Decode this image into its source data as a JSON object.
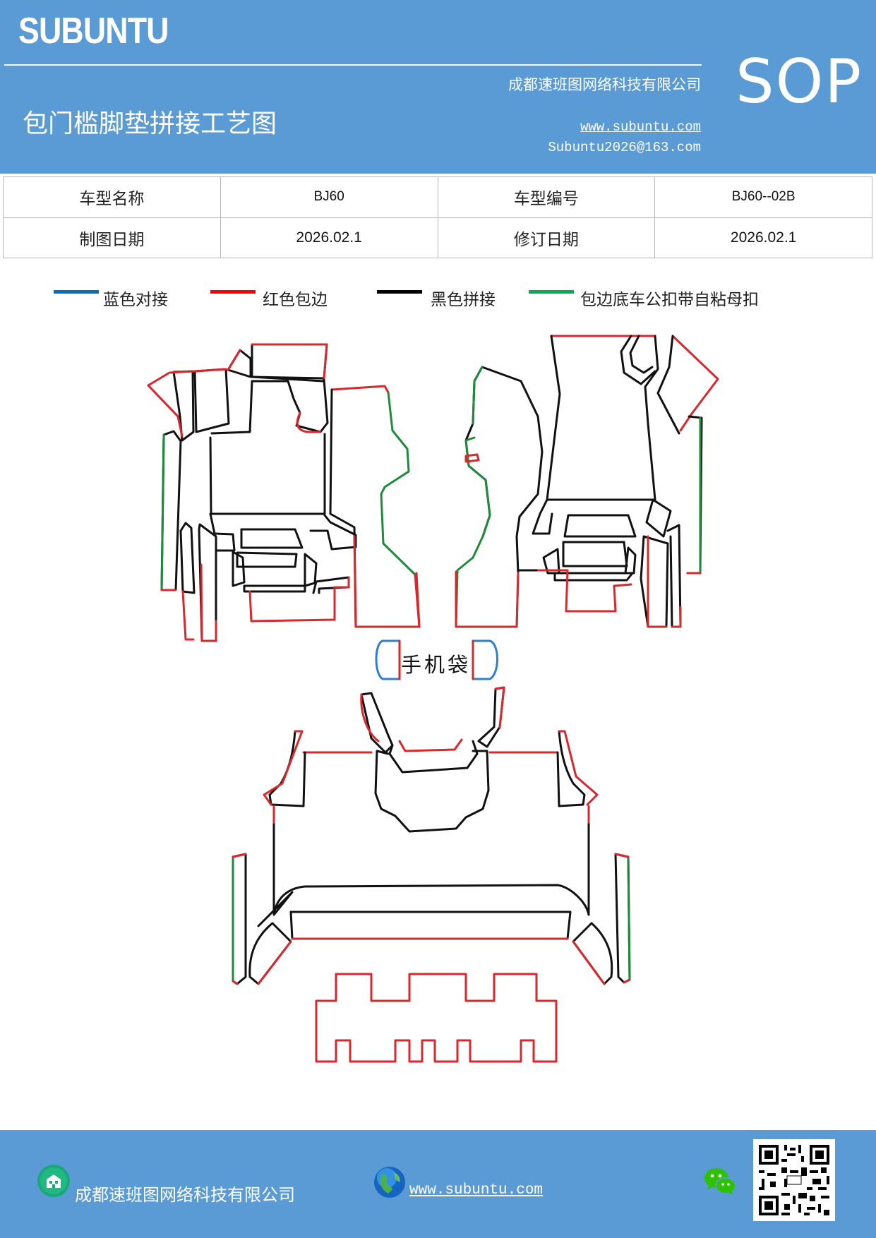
{
  "header": {
    "logo": "SUBUNTU",
    "company": "成都速班图网络科技有限公司",
    "title": "包门槛脚垫拼接工艺图",
    "website": "www.subuntu.com",
    "email": "Subuntu2026@163.com",
    "badge": "SOP"
  },
  "info": {
    "model_name_label": "车型名称",
    "model_name_value": "BJ60",
    "model_code_label": "车型编号",
    "model_code_value": "BJ60--02B",
    "draw_date_label": "制图日期",
    "draw_date_value": "2026.02.1",
    "revise_date_label": "修订日期",
    "revise_date_value": "2026.02.1"
  },
  "legend": [
    {
      "label": "蓝色对接",
      "color": "#0070c0"
    },
    {
      "label": "红色包边",
      "color": "#ff0000"
    },
    {
      "label": "黑色拼接",
      "color": "#000000"
    },
    {
      "label": "包边底车公扣带自粘母扣",
      "color": "#00b050"
    }
  ],
  "diagram": {
    "phone_bag_label": "手机袋",
    "colors": {
      "blue": "#2f7fd0",
      "red": "#d9282d",
      "black": "#111111",
      "green": "#1e8a3c"
    }
  },
  "footer": {
    "company": "成都速班图网络科技有限公司",
    "website": "www.subuntu.com ",
    "icons": [
      "building-icon",
      "globe-icon",
      "wechat-icon",
      "qr-code"
    ]
  }
}
